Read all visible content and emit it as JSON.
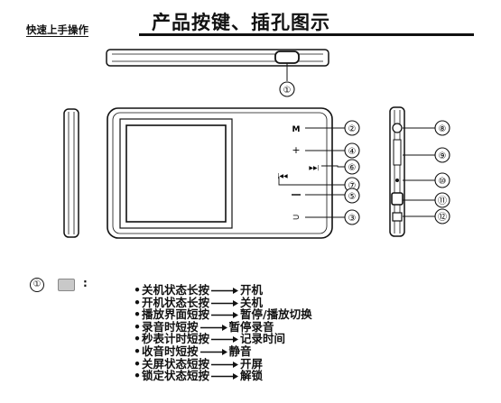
{
  "header": {
    "section_label": "快速上手操作",
    "title": "产品按键、插孔图示"
  },
  "device": {
    "top_view_callouts": [
      "①"
    ],
    "front_buttons": [
      {
        "num": "②",
        "glyph": "M"
      },
      {
        "num": "④",
        "glyph": "+"
      },
      {
        "num": "⑥",
        "glyph": "▶▶|"
      },
      {
        "num": "⑦",
        "glyph": "|◀◀"
      },
      {
        "num": "⑤",
        "glyph": "−"
      },
      {
        "num": "③",
        "glyph": "⊃"
      }
    ],
    "side_callouts": [
      "⑧",
      "⑨",
      "⑩",
      "⑪",
      "⑫"
    ]
  },
  "power_key": {
    "num": "①",
    "colon": ":",
    "functions": [
      {
        "from": "关机状态长按",
        "to": "开机"
      },
      {
        "from": "开机状态长按",
        "to": "关机"
      },
      {
        "from": "播放界面短按",
        "to": "暂停/播放切换"
      },
      {
        "from": "录音时短按",
        "to": "暂停录音"
      },
      {
        "from": "秒表计时短按",
        "to": "记录时间"
      },
      {
        "from": "收音时短按",
        "to": "静音"
      },
      {
        "from": "关屏状态短按",
        "to": "开屏"
      },
      {
        "from": "锁定状态短按",
        "to": "解锁"
      }
    ]
  }
}
